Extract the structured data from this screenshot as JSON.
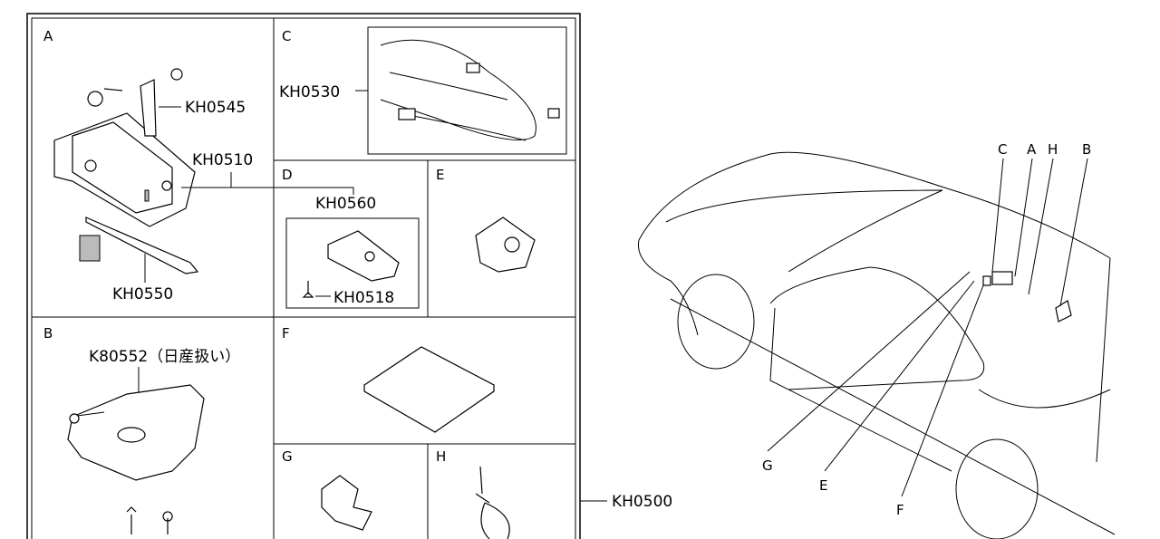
{
  "panels": {
    "A": {
      "letter": "A",
      "parts": [
        "KH0545",
        "KH0510",
        "KH0550"
      ]
    },
    "B": {
      "letter": "B",
      "parts": [
        "K80552（日産扱い）"
      ]
    },
    "C": {
      "letter": "C",
      "parts": [
        "KH0530"
      ]
    },
    "D": {
      "letter": "D",
      "parts": [
        "KH0560",
        "KH0518"
      ]
    },
    "E": {
      "letter": "E"
    },
    "F": {
      "letter": "F"
    },
    "G": {
      "letter": "G"
    },
    "H": {
      "letter": "H"
    }
  },
  "kit_part": "KH0500",
  "car_callouts": [
    "C",
    "A",
    "H",
    "B",
    "G",
    "E",
    "F"
  ]
}
